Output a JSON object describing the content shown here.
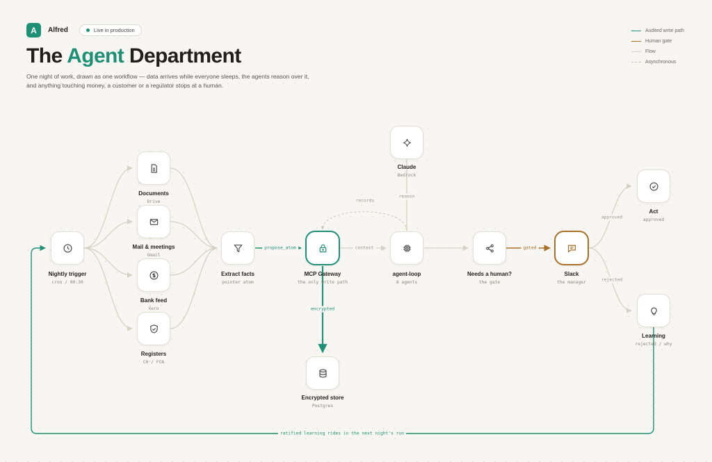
{
  "header": {
    "logo_letter": "A",
    "brand": "Alfred",
    "status": "Live in production",
    "title_pre": "The ",
    "title_accent": "Agent",
    "title_post": " Department",
    "subtitle": "One night of work, drawn as one workflow — data arrives while everyone sleeps, the agents reason over it, and anything touching money, a customer or a regulator stops at a human."
  },
  "legend": [
    {
      "label": "Audited write path"
    },
    {
      "label": "Human gate"
    },
    {
      "label": "Flow"
    },
    {
      "label": "Asynchronous"
    }
  ],
  "colors": {
    "accent": "#1f8f76",
    "gate": "#a9702a",
    "flow": "#d5d2c5",
    "background": "#f7f6f2"
  },
  "nodes": {
    "trigger": {
      "title": "Nightly trigger",
      "sub": "cron / 00:30",
      "icon": "clock-icon"
    },
    "documents": {
      "title": "Documents",
      "sub": "Drive",
      "icon": "document-icon"
    },
    "mail": {
      "title": "Mail & meetings",
      "sub": "Gmail",
      "icon": "mail-icon"
    },
    "bank": {
      "title": "Bank feed",
      "sub": "Xero",
      "icon": "coin-icon"
    },
    "registers": {
      "title": "Registers",
      "sub": "CH / FCA",
      "icon": "shield-icon"
    },
    "extract": {
      "title": "Extract facts",
      "sub": "pointer atom",
      "icon": "filter-icon"
    },
    "mcp": {
      "title": "MCP Gateway",
      "sub": "the only write path",
      "icon": "lock-icon"
    },
    "store": {
      "title": "Encrypted store",
      "sub": "Postgres",
      "icon": "database-icon"
    },
    "claude": {
      "title": "Claude",
      "sub": "Bedrock",
      "icon": "sparkle-icon"
    },
    "agent": {
      "title": "agent-loop",
      "sub": "8 agents",
      "icon": "chip-icon"
    },
    "human": {
      "title": "Needs a human?",
      "sub": "the gate",
      "icon": "share-icon"
    },
    "slack": {
      "title": "Slack",
      "sub": "the manager",
      "icon": "chat-icon"
    },
    "act": {
      "title": "Act",
      "sub": "approved",
      "icon": "check-circle-icon"
    },
    "learning": {
      "title": "Learning",
      "sub": "rejected / why",
      "icon": "bulb-icon"
    }
  },
  "edges": {
    "propose": "propose_atom",
    "context": "context",
    "records": "records",
    "reason": "reason",
    "encrypted": "encrypted",
    "gated": "gated",
    "approved": "approved",
    "rejected": "rejected",
    "loop": "ratified learning rides in the next night's run"
  }
}
